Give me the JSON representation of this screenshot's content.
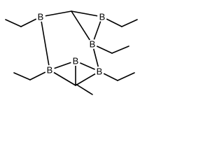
{
  "molecule": {
    "atoms": [
      {
        "id": "b1",
        "label": "B"
      },
      {
        "id": "b2",
        "label": "B"
      },
      {
        "id": "b3",
        "label": "B"
      },
      {
        "id": "b4",
        "label": "B"
      },
      {
        "id": "b5",
        "label": "B"
      },
      {
        "id": "b6",
        "label": "B"
      }
    ],
    "bond_color": "#000000",
    "background_color": "#ffffff"
  }
}
